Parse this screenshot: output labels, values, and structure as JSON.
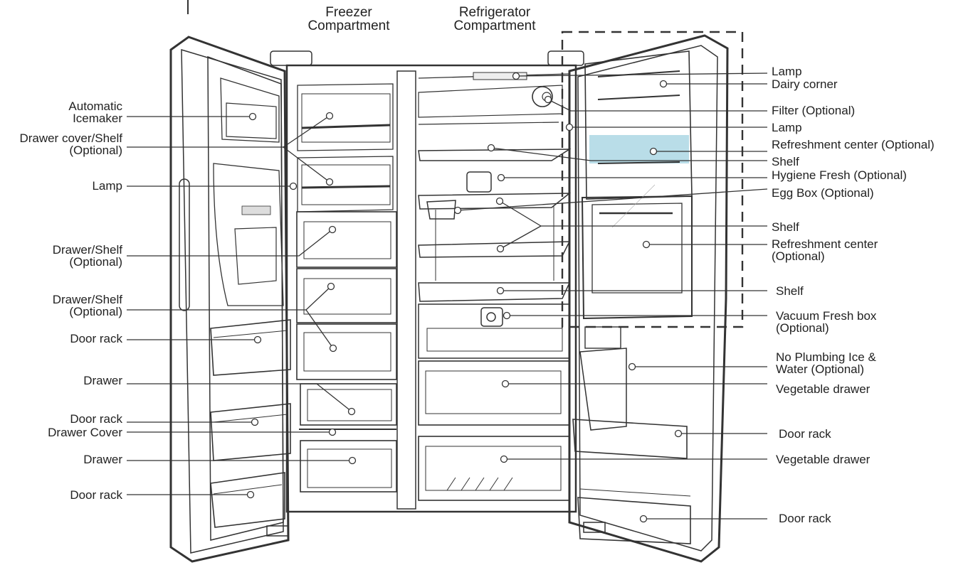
{
  "headings": {
    "freezer": [
      "Freezer",
      "Compartment"
    ],
    "refrigerator": [
      "Refrigerator",
      "Compartment"
    ]
  },
  "left_labels": [
    [
      "Automatic",
      "Icemaker"
    ],
    [
      "Drawer cover/Shelf",
      "(Optional)"
    ],
    [
      "Lamp"
    ],
    [
      "Drawer/Shelf",
      "(Optional)"
    ],
    [
      "Drawer/Shelf",
      "(Optional)"
    ],
    [
      "Door rack"
    ],
    [
      "Drawer"
    ],
    [
      "Door rack"
    ],
    [
      "Drawer Cover"
    ],
    [
      "Drawer"
    ],
    [
      "Door rack"
    ]
  ],
  "right_labels": [
    [
      "Lamp"
    ],
    [
      "Dairy corner"
    ],
    [
      "Filter (Optional)"
    ],
    [
      "Lamp"
    ],
    [
      "Refreshment center (Optional)"
    ],
    [
      "Shelf"
    ],
    [
      "Hygiene Fresh (Optional)"
    ],
    [
      "Egg Box (Optional)"
    ],
    [
      "Shelf"
    ],
    [
      "Refreshment center",
      "(Optional)"
    ],
    [
      "Shelf"
    ],
    [
      "Vacuum Fresh box",
      "(Optional)"
    ],
    [
      "No Plumbing Ice &",
      "Water (Optional)"
    ],
    [
      "Vegetable drawer"
    ],
    [
      "Door rack"
    ],
    [
      "Vegetable drawer"
    ],
    [
      "Door rack"
    ]
  ]
}
